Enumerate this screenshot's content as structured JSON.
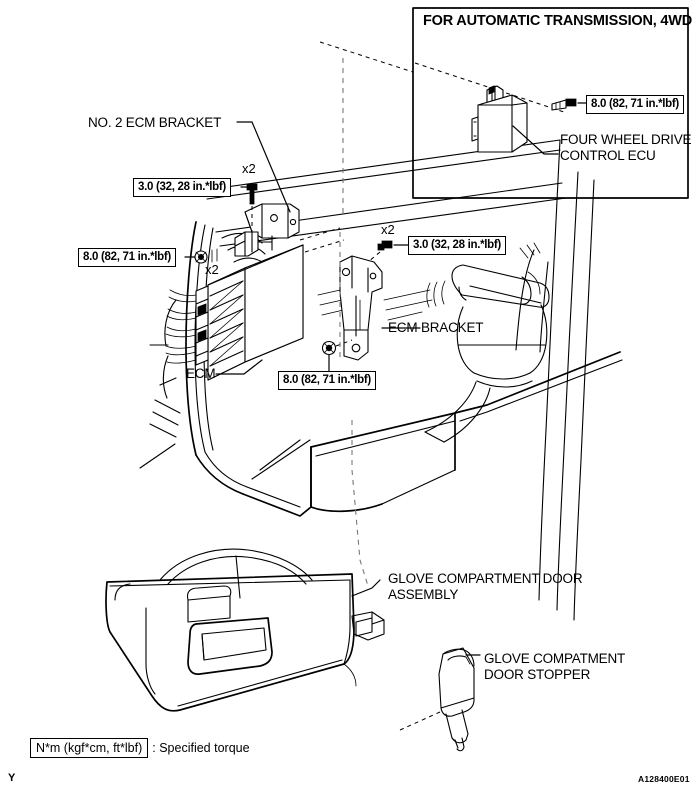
{
  "figure": {
    "id_code": "A128400E01",
    "corner_marker": "Y"
  },
  "inset": {
    "title": "FOR AUTOMATIC TRANSMISSION, 4WD",
    "part_label": "FOUR WHEEL DRIVE\nCONTROL ECU",
    "torque": "8.0 (82, 71 in.*lbf)"
  },
  "labels": {
    "no2_ecm_bracket": "NO. 2 ECM BRACKET",
    "ecm": "ECM",
    "ecm_bracket": "ECM BRACKET",
    "glove_door_assembly": "GLOVE COMPARTMENT DOOR\nASSEMBLY",
    "glove_door_stopper": "GLOVE COMPATMENT\nDOOR STOPPER"
  },
  "torques": [
    {
      "id": "t-upper-left",
      "text": "3.0 (32, 28 in.*lbf)",
      "qty": "x2"
    },
    {
      "id": "t-mid-left",
      "text": "8.0 (82, 71 in.*lbf)",
      "qty": "x2"
    },
    {
      "id": "t-upper-right",
      "text": "3.0 (32, 28 in.*lbf)",
      "qty": "x2"
    },
    {
      "id": "t-lower-center",
      "text": "8.0 (82, 71 in.*lbf)",
      "qty": ""
    }
  ],
  "legend": {
    "unit": "N*m (kgf*cm, ft*lbf)",
    "meaning": ": Specified torque"
  },
  "colors": {
    "ink": "#000000",
    "paper": "#ffffff"
  }
}
